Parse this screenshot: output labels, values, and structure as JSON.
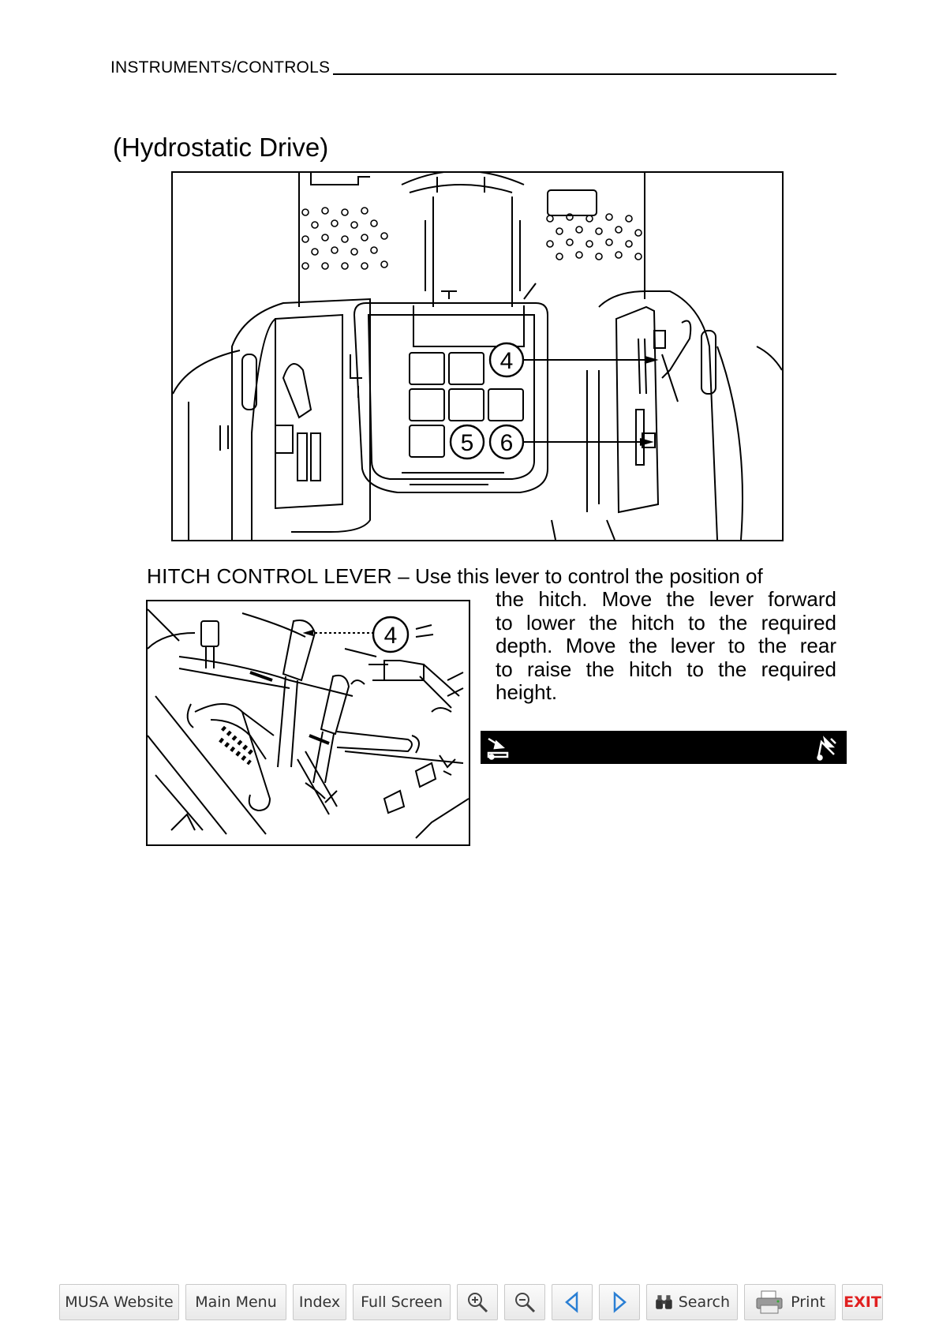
{
  "header": {
    "section": "INSTRUMENTS/CONTROLS"
  },
  "title": "(Hydrostatic Drive)",
  "figure_callouts": {
    "c4": "4",
    "c5": "5",
    "c6": "6"
  },
  "hitch": {
    "lever_title": "HITCH CONTROL LEVER",
    "dash": "–",
    "lines": [
      "Use this lever to control the position of",
      "the hitch. Move the lever forward",
      "to lower the hitch to the required",
      "depth. Move the lever to the rear",
      "to raise the hitch to the required",
      "height."
    ],
    "callout": "4"
  },
  "toolbar": {
    "musa_website": "MUSA Website",
    "main_menu": "Main Menu",
    "index": "Index",
    "full_screen": "Full Screen",
    "search": "Search",
    "print": "Print",
    "exit": "EXIT",
    "icons": [
      "zoom-in-icon",
      "zoom-out-icon",
      "previous-page-icon",
      "next-page-icon",
      "binoculars-icon",
      "printer-icon"
    ],
    "accent_color": "#e02020",
    "arrow_color": "#2a7fd4"
  }
}
